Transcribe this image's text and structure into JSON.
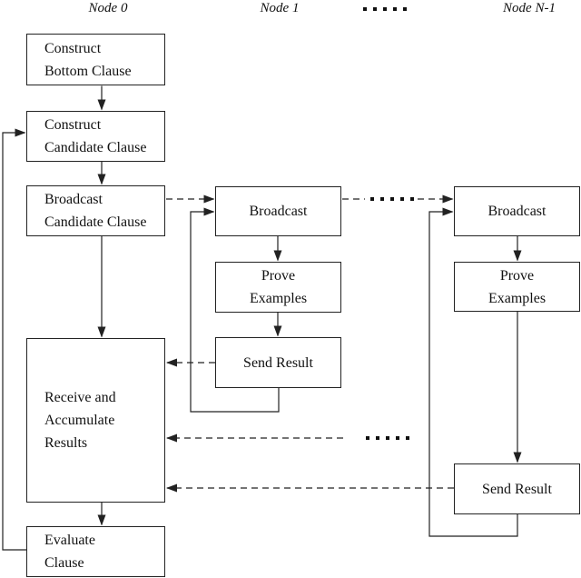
{
  "header": {
    "node0": "Node 0",
    "node1": "Node 1",
    "nodeN1": "Node N-1",
    "ellipsis_icon": "dots-ellipsis"
  },
  "node0": {
    "construct_bottom": "Construct\nBottom Clause",
    "construct_candidate": "Construct\nCandidate Clause",
    "broadcast_candidate": "Broadcast\nCandidate Clause",
    "receive_accumulate": "Receive and\nAccumulate\nResults",
    "evaluate_clause": "Evaluate\nClause"
  },
  "node1": {
    "broadcast": "Broadcast",
    "prove_examples": "Prove\nExamples",
    "send_result": "Send Result"
  },
  "nodeN1": {
    "broadcast": "Broadcast",
    "prove_examples": "Prove\nExamples",
    "send_result": "Send Result"
  },
  "colors": {
    "line": "#222222",
    "text": "#111111",
    "background": "#ffffff"
  }
}
